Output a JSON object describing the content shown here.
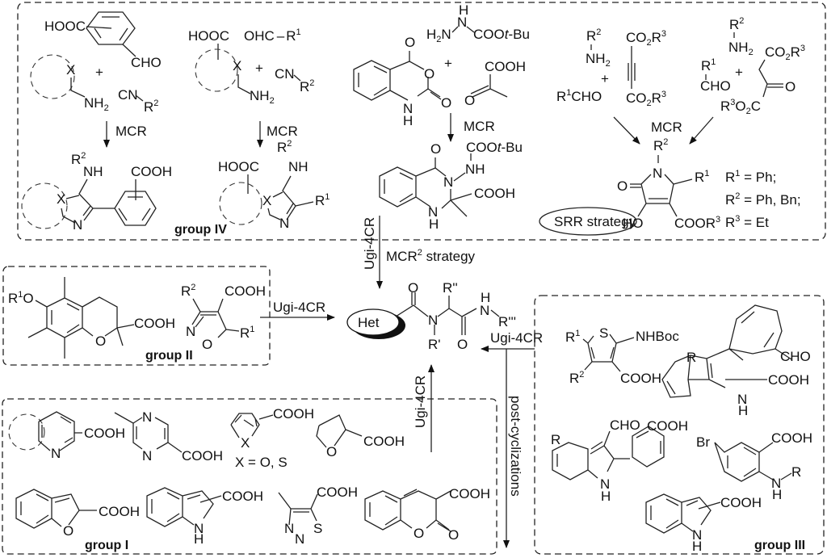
{
  "center": {
    "het_label": "Het",
    "core_labels": {
      "o1": "O",
      "n": "N",
      "r1": "R'",
      "r2": "R''",
      "o2": "O",
      "nh_h": "H",
      "nh_n": "N",
      "r3": "R'''"
    }
  },
  "arrows": {
    "top_vertical": "Ugi-4CR",
    "top_strategy": "MCR",
    "top_strategy_sup": "2",
    "top_strategy_suffix": " strategy",
    "left": "Ugi-4CR",
    "right": "Ugi-4CR",
    "bottom_up": "Ugi-4CR",
    "post": "post-cyclizations"
  },
  "groups": {
    "group_iv": {
      "label": "group IV",
      "mcr_label": "MCR",
      "reaction1": {
        "hooc": "HOOC",
        "cho": "CHO",
        "x": "X",
        "nh2": "NH",
        "nh2_sub": "2",
        "plus": "+",
        "cn": "CN",
        "r2": "R",
        "r2_sup": "2",
        "prod_r2": "R",
        "prod_r2_sup": "2",
        "prod_nh": "NH",
        "prod_cooh": "COOH",
        "prod_x": "X",
        "prod_n": "N"
      },
      "reaction2": {
        "hooc": "HOOC",
        "ohc": "OHC",
        "r1": "R",
        "r1_sup": "1",
        "x": "X",
        "plus": "+",
        "cn": "CN",
        "r2": "R",
        "r2_sup": "2",
        "nh2": "NH",
        "nh2_sub": "2",
        "prod_hooc": "HOOC",
        "prod_r2": "R",
        "prod_r2_sup": "2",
        "prod_nh": "NH",
        "prod_x": "X",
        "prod_n": "N",
        "prod_r1": "R",
        "prod_r1_sup": "1"
      },
      "reaction3": {
        "o1": "O",
        "o2": "O",
        "o3": "O",
        "nh": "N",
        "h": "H",
        "plus": "+",
        "hydrazine_h": "H",
        "hydrazine_h2n": "H",
        "h2n_sub": "2",
        "hydrazine_n": "N",
        "cooot": "COO",
        "tbu": "t",
        "tbu_rest": "-Bu",
        "nh_n": "N",
        "cooh": "COOH",
        "pyr_o": "O",
        "prod_o": "O",
        "prod_cooot": "COO",
        "prod_tbu": "t",
        "prod_tbu_rest": "-Bu",
        "prod_nh": "NH",
        "prod_n": "N",
        "prod_cooh": "COOH",
        "prod_h": "H",
        "prod_n2": "N"
      },
      "reaction4": {
        "r2": "R",
        "r2_sup": "2",
        "nh2": "NH",
        "nh2_sub": "2",
        "plus": "+",
        "r1cho_r": "R",
        "r1cho_sup": "1",
        "r1cho_cho": "CHO",
        "co2r3_top": "CO",
        "co2r3_bot": "CO",
        "sub2": "2",
        "r3": "R",
        "r3_sup": "3",
        "r2b": "R",
        "r2b_sup": "2",
        "nh2b": "NH",
        "nh2b_sub": "2",
        "r1b": "R",
        "r1b_sup": "1",
        "chob": "CHO",
        "plus2": "+",
        "co2r3b": "CO",
        "ketone_o": "O",
        "r3o2c": "R",
        "r3o2c_sup": "3",
        "r3o2c_rest": "O",
        "r3o2c_sub": "2",
        "r3o2c_c": "C",
        "mcr": "MCR",
        "prod_r2": "R",
        "prod_r2_sup": "2",
        "prod_n": "N",
        "prod_o": "O",
        "prod_r1": "R",
        "prod_r1_sup": "1",
        "prod_ho": "HO",
        "prod_coor": "COOR",
        "prod_coor_sup": "3",
        "srr": "SRR strategy",
        "def1": "R",
        "def1_sup": "1",
        "def1_rest": " = Ph;",
        "def2": "R",
        "def2_sup": "2",
        "def2_rest": " = Ph, Bn;",
        "def3": "R",
        "def3_sup": "3",
        "def3_rest": " = Et"
      }
    },
    "group_ii": {
      "label": "group II",
      "chroman": {
        "r1o": "R",
        "r1o_sup": "1",
        "r1o_rest": "O",
        "o": "O",
        "cooh": "COOH"
      },
      "isoxazole": {
        "r2": "R",
        "r2_sup": "2",
        "cooh": "COOH",
        "n": "N",
        "o": "O",
        "r1": "R",
        "r1_sup": "1"
      }
    },
    "group_i": {
      "label": "group I",
      "items": {
        "pyridine_cooh": "COOH",
        "pyridine_n": "N",
        "pyrazine_n1": "N",
        "pyrazine_n2": "N",
        "pyrazine_cooh": "COOH",
        "furan_cooh": "COOH",
        "furan_x": "X",
        "x_def": "X = O, S",
        "thf_cooh": "COOH",
        "thf_o": "O",
        "benzofuran_cooh": "COOH",
        "benzofuran_o": "O",
        "indole_cooh": "COOH",
        "indole_n": "N",
        "indole_h": "H",
        "thiadiazole_cooh": "COOH",
        "thiadiazole_n1": "N",
        "thiadiazole_n2": "N",
        "thiadiazole_s": "S",
        "coumarin_cooh": "COOH",
        "coumarin_o1": "O",
        "coumarin_o2": "O"
      }
    },
    "group_iii": {
      "label": "group III",
      "items": {
        "thio_r1": "R",
        "thio_r1_sup": "1",
        "thio_s": "S",
        "thio_nhboc": "NHBoc",
        "thio_r2": "R",
        "thio_r2_sup": "2",
        "thio_cooh": "COOH",
        "ind1_r": "R",
        "ind1_cho": "CHO",
        "ind1_cooh": "COOH",
        "ind1_n": "N",
        "ind1_h": "H",
        "ind2_r": "R",
        "ind2_cho": "CHO",
        "ind2_cooh": "COOH",
        "ind2_n": "N",
        "ind2_h": "H",
        "br": "Br",
        "anth_cooh": "COOH",
        "anth_n": "N",
        "anth_h": "H",
        "anth_r": "R",
        "ind3_cooh": "COOH",
        "ind3_n": "N",
        "ind3_h": "H"
      }
    }
  }
}
